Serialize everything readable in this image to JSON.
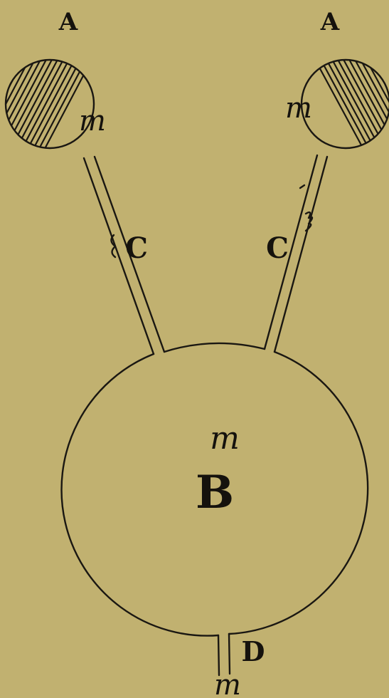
{
  "diagram": {
    "labels": {
      "top_left_letter": "A",
      "top_right_letter": "A",
      "left_bulb_m": "m",
      "right_bulb_m": "m",
      "left_tube_letter": "C",
      "right_tube_letter": "C",
      "center_m": "m",
      "center_letter": "B",
      "outlet_letter": "D",
      "outlet_m": "m"
    },
    "colors": {
      "paper": "#c1b170",
      "ink": "#1a1712"
    }
  }
}
